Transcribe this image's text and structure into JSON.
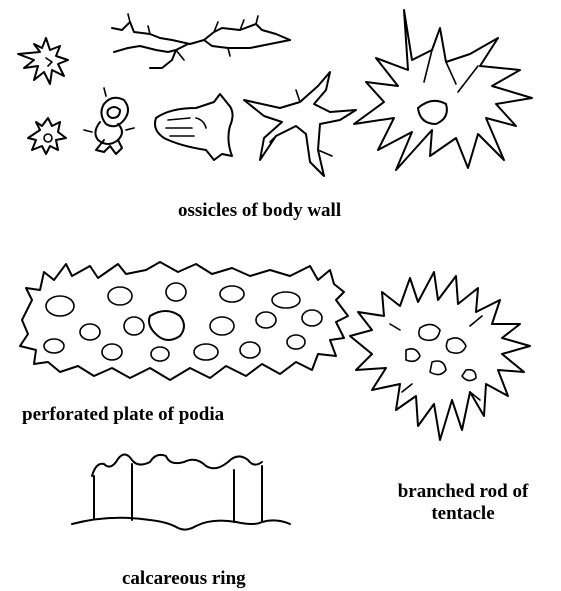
{
  "labels": {
    "body_wall": "ossicles of body wall",
    "plate": "perforated plate of podia",
    "rod": "branched rod of tentacle",
    "ring": "calcareous ring"
  }
}
